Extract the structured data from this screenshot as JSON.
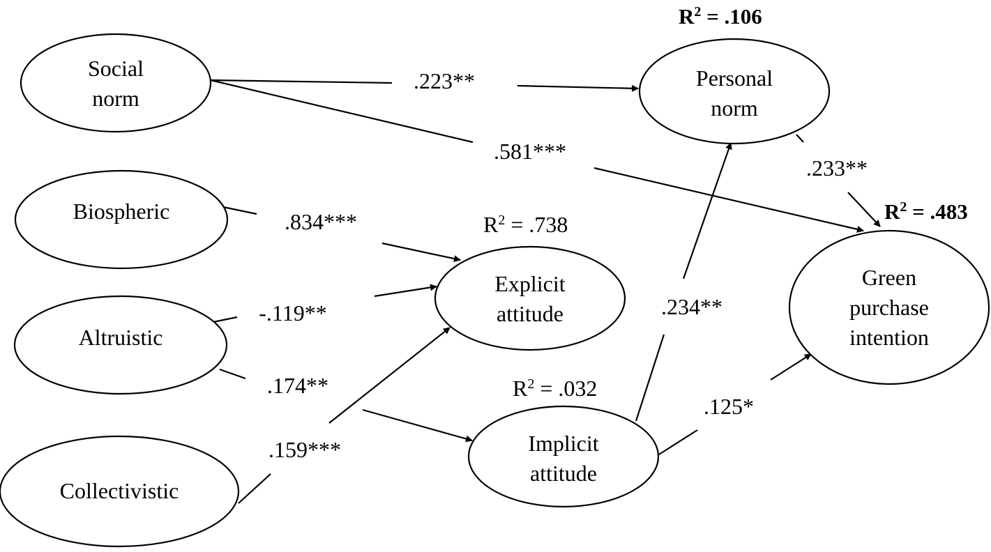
{
  "nodes": {
    "social_norm": [
      "Social",
      "norm"
    ],
    "biospheric": [
      "Biospheric"
    ],
    "altruistic": [
      "Altruistic"
    ],
    "collectivistic": [
      "Collectivistic"
    ],
    "explicit_attitude": [
      "Explicit",
      "attitude"
    ],
    "implicit_attitude": [
      "Implicit",
      "attitude"
    ],
    "personal_norm": [
      "Personal",
      "norm"
    ],
    "green_purchase_intention": [
      "Green",
      "purchase",
      "intention"
    ]
  },
  "paths": {
    "social_to_personal": ".223**",
    "social_to_green": ".581***",
    "biospheric_to_explicit": ".834***",
    "altruistic_to_explicit": "-.119**",
    "altruistic_to_implicit": ".174**",
    "collectivistic_to_explicit": ".159***",
    "implicit_to_personal": ".234**",
    "implicit_to_green": ".125*",
    "personal_to_green": ".233**"
  },
  "r_squared": {
    "personal_norm": {
      "prefix": "R",
      "sup": "2",
      "value": " = .106"
    },
    "explicit_attitude": {
      "prefix": "R",
      "sup": "2",
      "value": " = .738"
    },
    "implicit_attitude": {
      "prefix": "R",
      "sup": "2",
      "value": " = .032"
    },
    "green_purchase_intention": {
      "prefix": "R",
      "sup": "2",
      "value": " = .483"
    }
  }
}
